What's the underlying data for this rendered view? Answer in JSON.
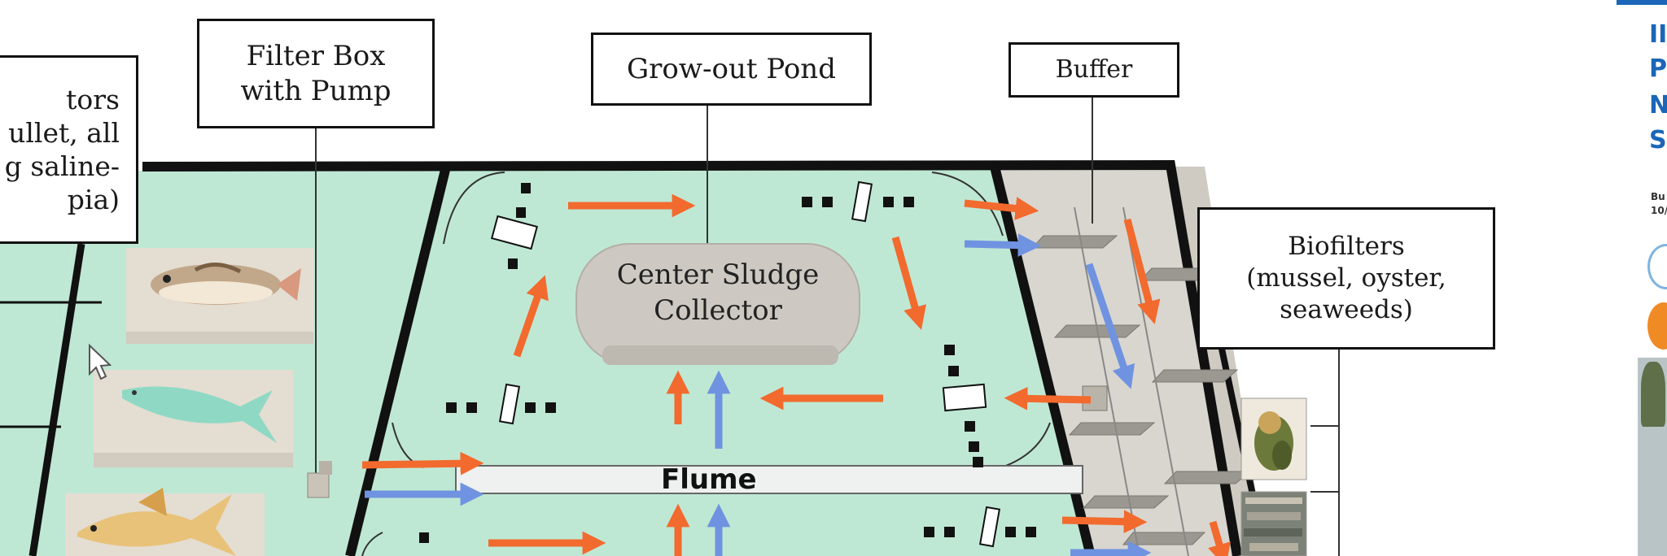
{
  "labels": {
    "species": [
      "tors",
      "ullet, all",
      "g  saline-",
      "pia)"
    ],
    "filter_box": [
      "Filter Box",
      "with Pump"
    ],
    "growout_pond": "Grow-out Pond",
    "buffer": "Buffer",
    "biofilters": [
      "Biofilters",
      "(mussel, oyster,",
      "seaweeds)"
    ]
  },
  "pond": {
    "sludge_collector": [
      "Center Sludge",
      "Collector"
    ],
    "flume": "Flume"
  },
  "right_document": {
    "heading_letters": [
      "II",
      "P",
      "N",
      "S"
    ],
    "small_lines": [
      "Bu",
      "10/"
    ]
  },
  "colors": {
    "water": "#bfe8d4",
    "buffer_zone": "#d9d6d0",
    "flow_orange": "#f26a2e",
    "flow_blue": "#6f93e0",
    "outline": "#111111",
    "document_blue": "#1b66b8"
  },
  "icons": [
    "fish-1-icon",
    "fish-2-icon",
    "fish-3-icon",
    "cursor-icon",
    "filter-pump-icon",
    "mussel-image",
    "oyster-bed-image"
  ]
}
